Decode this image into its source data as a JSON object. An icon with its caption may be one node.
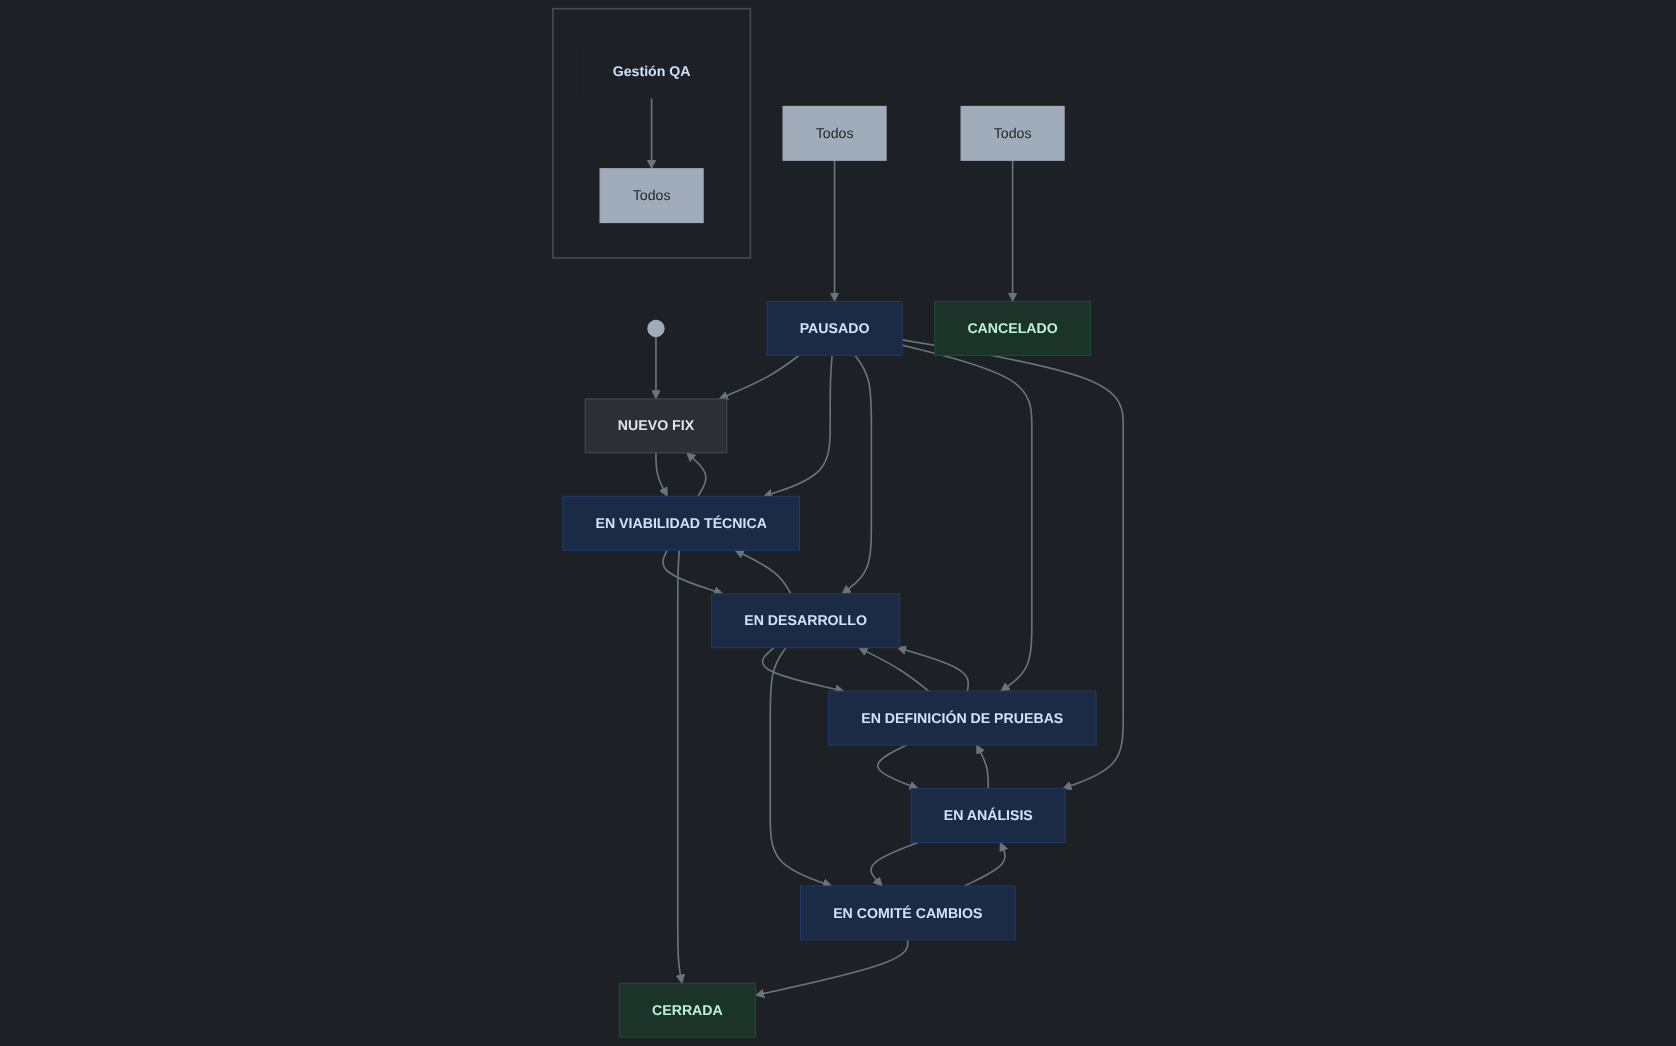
{
  "diagram": {
    "nodes": [
      {
        "text": [],
        "shape": "circle"
      },
      {
        "text": [
          "NUEVO FIX"
        ]
      },
      {
        "text": [
          "EN VIABILIDAD TÉCNICA"
        ]
      },
      {
        "text": [
          "EN DESARROLLO"
        ]
      },
      {
        "text": [
          "EN DEFINICIÓN DE PRUEBAS"
        ]
      },
      {
        "text": [
          "EN ANÁLISIS"
        ]
      },
      {
        "text": [
          "EN COMITÉ CAMBIOS"
        ]
      },
      {
        "text": [
          "CERRADA"
        ]
      },
      {
        "text": [
          "PAUSADO"
        ]
      },
      {
        "text": [
          "Todos"
        ]
      },
      {
        "text": [
          "CANCELADO"
        ]
      },
      {
        "text": [
          "Todos"
        ]
      },
      {
        "text": [],
        "shape": "box"
      },
      {
        "text": [
          "Todos"
        ],
        "in": 12
      },
      {
        "text": [
          "Gestión QA"
        ],
        "in": 12
      }
    ],
    "edges": [
      {
        "from": 0,
        "to": 1,
        "arrow": "to"
      },
      {
        "from": 1,
        "to": 2,
        "arrow": "to"
      },
      {
        "from": 2,
        "to": 1,
        "arrow": "to"
      },
      {
        "from": 2,
        "to": 3,
        "arrow": "to"
      },
      {
        "from": 3,
        "to": 2,
        "arrow": "to"
      },
      {
        "from": 2,
        "to": 7,
        "arrow": "to"
      },
      {
        "from": 3,
        "to": 4,
        "arrow": "to"
      },
      {
        "from": 4,
        "to": 3,
        "arrow": "to"
      },
      {
        "from": 4,
        "to": 3,
        "arrow": "to"
      },
      {
        "from": 3,
        "to": 6,
        "arrow": "to"
      },
      {
        "from": 4,
        "to": 5,
        "arrow": "to"
      },
      {
        "from": 5,
        "to": 4,
        "arrow": "to"
      },
      {
        "from": 5,
        "to": 6,
        "arrow": "to"
      },
      {
        "from": 6,
        "to": 5,
        "arrow": "to"
      },
      {
        "from": 6,
        "to": 7,
        "arrow": "to"
      },
      {
        "from": 8,
        "to": 1,
        "arrow": "to"
      },
      {
        "from": 8,
        "to": 2,
        "arrow": "to"
      },
      {
        "from": 8,
        "to": 3,
        "arrow": "to"
      },
      {
        "from": 8,
        "to": 4,
        "arrow": "to"
      },
      {
        "from": 8,
        "to": 5,
        "arrow": "to"
      },
      {
        "from": 9,
        "to": 8,
        "arrow": "to"
      },
      {
        "from": 11,
        "to": 10,
        "arrow": "to"
      },
      {
        "from": 14,
        "to": 13,
        "arrow": "to"
      }
    ]
  }
}
